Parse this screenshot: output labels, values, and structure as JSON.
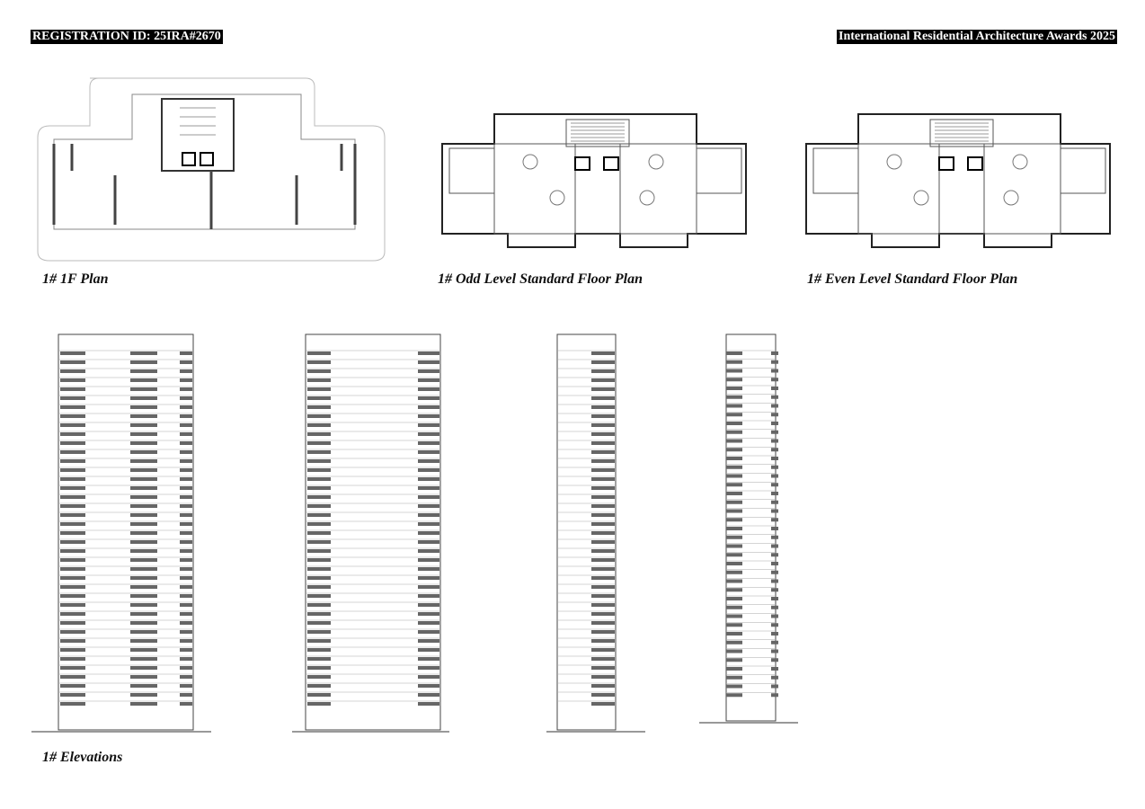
{
  "header": {
    "registration": "REGISTRATION ID: 25IRA#2670",
    "award": "International Residential Architecture Awards 2025"
  },
  "captions": {
    "plan_1f": "1# 1F Plan",
    "plan_odd": "1# Odd Level Standard Floor Plan",
    "plan_even": "1# Even Level Standard Floor Plan",
    "elevations": "1# Elevations"
  }
}
